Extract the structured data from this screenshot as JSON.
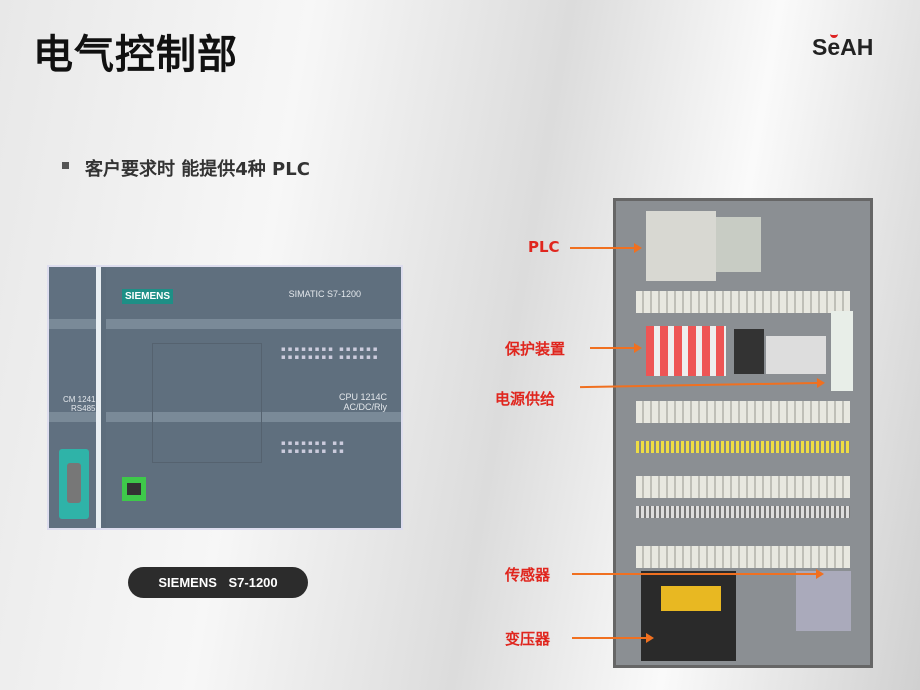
{
  "title": "电气控制部",
  "logo": "SeAH",
  "bullet": "客户要求时 能提供4种 PLC",
  "plc_photo": {
    "brand": "SIEMENS",
    "series": "SIMATIC S7-1200",
    "cm_line1": "CM 1241",
    "cm_line2": "RS485",
    "cpu_line1": "CPU 1214C",
    "cpu_line2": "AC/DC/Rly"
  },
  "model_badge": "SIEMENS S7-1200",
  "cabinet_labels": [
    "PLC",
    "保护装置",
    "电源供给",
    "传感器",
    "变压器"
  ],
  "colors": {
    "label": "#e0261e",
    "arrow": "#f07020"
  }
}
